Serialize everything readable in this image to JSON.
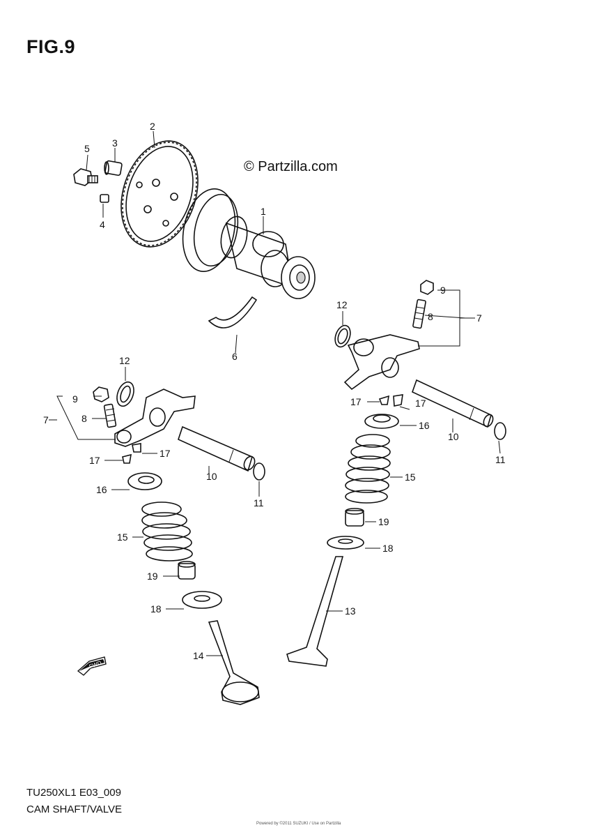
{
  "figure": {
    "title": "FIG.9"
  },
  "watermark": {
    "text": "© Partzilla.com"
  },
  "footer": {
    "model": "TU250XL1 E03_009",
    "caption": "CAM SHAFT/VALVE",
    "fineprint": "Powered by ©2011 SUZUKI / Use on Partzilla"
  },
  "fwd_marker": {
    "icon": "fwd-arrow-icon",
    "text": "FWD"
  },
  "callouts": [
    {
      "id": "c2",
      "text": "2"
    },
    {
      "id": "c3",
      "text": "3"
    },
    {
      "id": "c5",
      "text": "5"
    },
    {
      "id": "c4",
      "text": "4"
    },
    {
      "id": "c1",
      "text": "1"
    },
    {
      "id": "c6",
      "text": "6"
    },
    {
      "id": "c9r",
      "text": "9"
    },
    {
      "id": "c8r",
      "text": "8"
    },
    {
      "id": "c7r",
      "text": "7"
    },
    {
      "id": "c12r",
      "text": "12"
    },
    {
      "id": "c17ra",
      "text": "17"
    },
    {
      "id": "c17rb",
      "text": "17"
    },
    {
      "id": "c16r",
      "text": "16"
    },
    {
      "id": "c10r",
      "text": "10"
    },
    {
      "id": "c11r",
      "text": "11"
    },
    {
      "id": "c15r",
      "text": "15"
    },
    {
      "id": "c19r",
      "text": "19"
    },
    {
      "id": "c18r",
      "text": "18"
    },
    {
      "id": "c13",
      "text": "13"
    },
    {
      "id": "c12l",
      "text": "12"
    },
    {
      "id": "c9l",
      "text": "9"
    },
    {
      "id": "c8l",
      "text": "8"
    },
    {
      "id": "c7l",
      "text": "7"
    },
    {
      "id": "c17la",
      "text": "17"
    },
    {
      "id": "c17lb",
      "text": "17"
    },
    {
      "id": "c16l",
      "text": "16"
    },
    {
      "id": "c10l",
      "text": "10"
    },
    {
      "id": "c11l",
      "text": "11"
    },
    {
      "id": "c15l",
      "text": "15"
    },
    {
      "id": "c19l",
      "text": "19"
    },
    {
      "id": "c18l",
      "text": "18"
    },
    {
      "id": "c14",
      "text": "14"
    }
  ]
}
